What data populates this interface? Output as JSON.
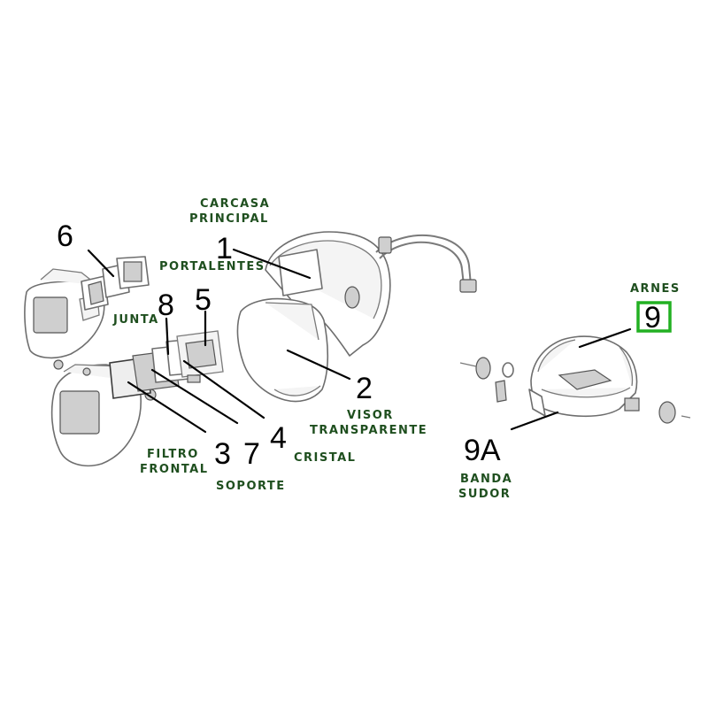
{
  "colors": {
    "label_text": "#1f4f1f",
    "highlight_box": "#22b022",
    "leader_line": "#000000",
    "part_outline": "#6e6e6e"
  },
  "labels": {
    "carcasa_line1": "CARCASA",
    "carcasa_line2": "PRINCIPAL",
    "portalentes": "PORTALENTES",
    "junta": "JUNTA",
    "arnes": "ARNES",
    "visor_line1": "VISOR",
    "visor_line2": "TRANSPARENTE",
    "filtro_line1": "FILTRO",
    "filtro_line2": "FRONTAL",
    "soporte": "SOPORTE",
    "cristal": "CRISTAL",
    "banda_line1": "BANDA",
    "banda_line2": "SUDOR"
  },
  "callouts": {
    "n1": "1",
    "n2": "2",
    "n3": "3",
    "n4": "4",
    "n5": "5",
    "n6": "6",
    "n7": "7",
    "n8": "8",
    "n9": "9",
    "n9a": "9A"
  },
  "highlighted_callout": "9",
  "icons": [
    "welding-helmet-icon",
    "headgear-harness-icon",
    "filter-lens-icon"
  ]
}
